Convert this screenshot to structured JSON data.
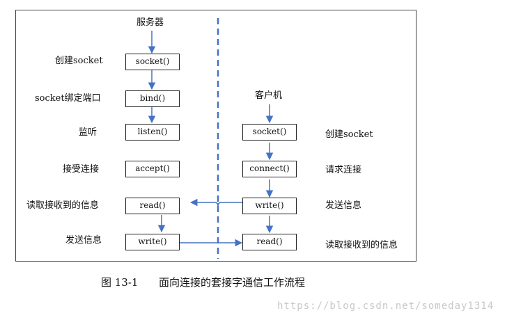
{
  "server": {
    "title": "服务器",
    "steps": [
      {
        "label": "创建socket",
        "func": "socket()"
      },
      {
        "label": "socket绑定端口",
        "func": "bind()"
      },
      {
        "label": "监听",
        "func": "listen()"
      },
      {
        "label": "接受连接",
        "func": "accept()"
      },
      {
        "label": "读取接收到的信息",
        "func": "read()"
      },
      {
        "label": "发送信息",
        "func": "write()"
      }
    ]
  },
  "client": {
    "title": "客户机",
    "steps": [
      {
        "label": "创建socket",
        "func": "socket()"
      },
      {
        "label": "请求连接",
        "func": "connect()"
      },
      {
        "label": "发送信息",
        "func": "write()"
      },
      {
        "label": "读取接收到的信息",
        "func": "read()"
      }
    ]
  },
  "caption": {
    "number": "图 13-1",
    "text": "面向连接的套接字通信工作流程"
  },
  "watermark": "https://blog.csdn.net/someday1314",
  "colors": {
    "arrow": "#4472c4",
    "divider": "#4472c4",
    "box_border": "#222222"
  }
}
